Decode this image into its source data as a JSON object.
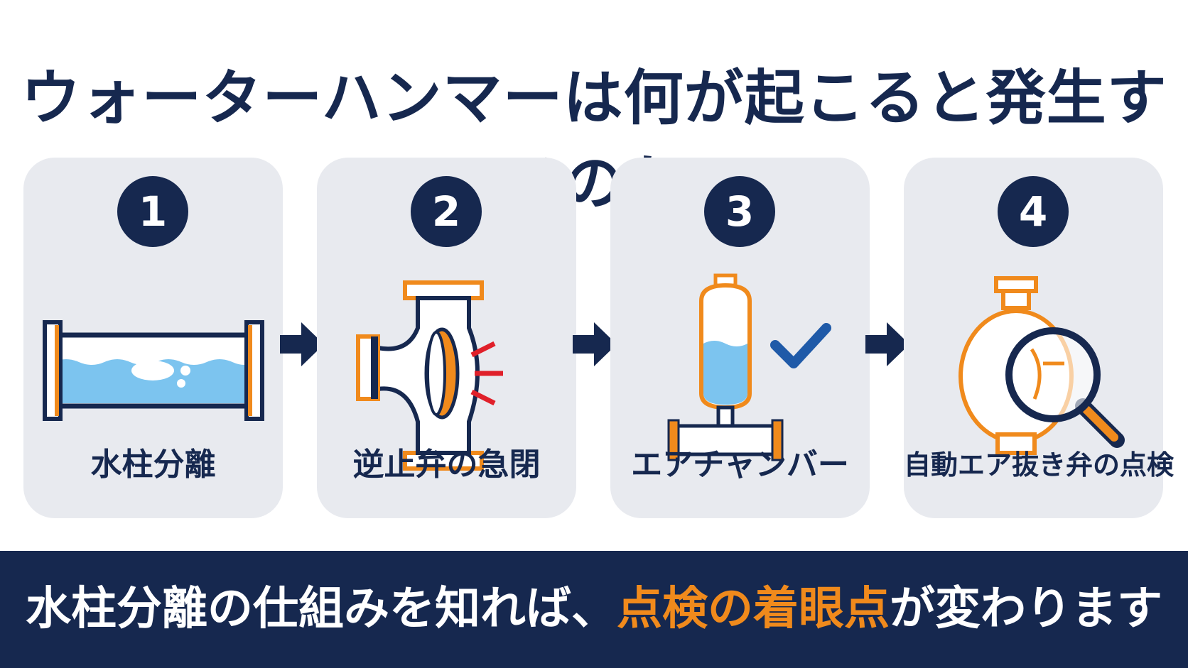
{
  "title": "ウォーターハンマーは何が起こると発生するのか",
  "steps": [
    {
      "number": "1",
      "label": "水柱分離"
    },
    {
      "number": "2",
      "label": "逆止弁の急閉"
    },
    {
      "number": "3",
      "label": "エアチャンバー"
    },
    {
      "number": "4",
      "label": "自動エア抜き弁の点検"
    }
  ],
  "banner": {
    "before": "水柱分離の仕組みを知れば、",
    "highlight": "点検の着眼点",
    "after": "が変わります"
  },
  "colors": {
    "navy": "#16284f",
    "orange": "#f08a1c",
    "water": "#7cc4ef",
    "card": "#e8eaef",
    "alert": "#e0202a"
  }
}
